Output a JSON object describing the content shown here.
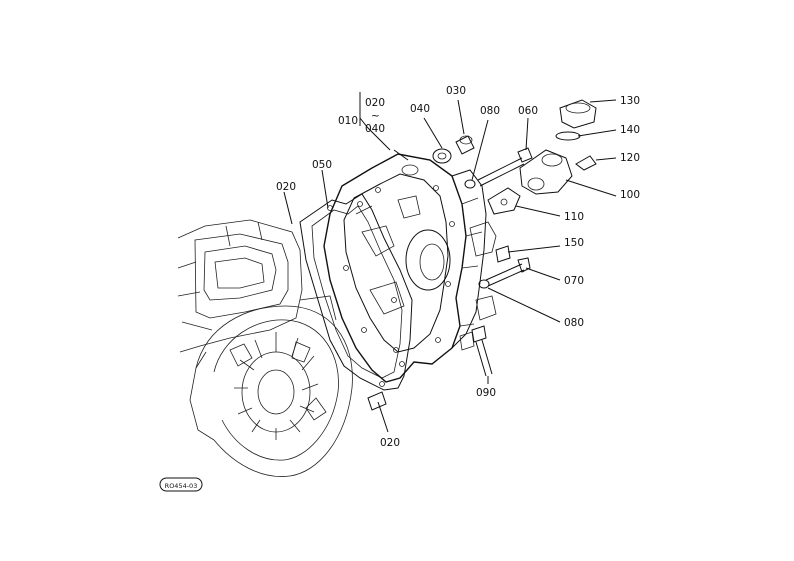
{
  "parts": {
    "p010": "010",
    "p020_top": "020",
    "p020_tilde": "~",
    "p040_group": "040",
    "p030": "030",
    "p040": "040",
    "p080_top": "080",
    "p060": "060",
    "p130": "130",
    "p140": "140",
    "p120": "120",
    "p100": "100",
    "p110": "110",
    "p150": "150",
    "p070": "070",
    "p080_bottom": "080",
    "p090": "090",
    "p020_left": "020",
    "p050": "050",
    "p020_bottom": "020"
  },
  "stamp": "RO454-03"
}
